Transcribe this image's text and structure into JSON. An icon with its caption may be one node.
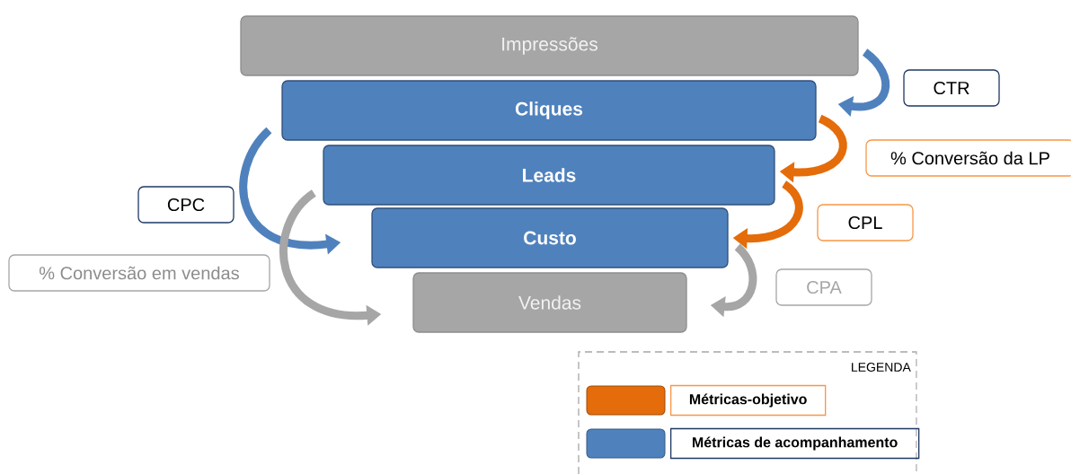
{
  "diagram": {
    "nodes": [
      {
        "text": [
          "Impressões"
        ]
      },
      {
        "text": [
          "Cliques"
        ]
      },
      {
        "text": [
          "Leads"
        ]
      },
      {
        "text": [
          "Custo"
        ]
      },
      {
        "text": [
          "Vendas"
        ]
      },
      {
        "text": [
          "CTR"
        ]
      },
      {
        "text": [
          "% Conversão da LP"
        ]
      },
      {
        "text": [
          "CPL"
        ]
      },
      {
        "text": [
          "CPA"
        ]
      },
      {
        "text": [
          "CPC"
        ]
      },
      {
        "text": [
          "% Conversão em vendas"
        ]
      }
    ],
    "edges": [
      {
        "from": 0,
        "to": 1,
        "arrow": "to",
        "color": "#4f81bd"
      },
      {
        "from": 1,
        "to": 2,
        "arrow": "to",
        "color": "#e46c0a"
      },
      {
        "from": 2,
        "to": 3,
        "arrow": "to",
        "color": "#e46c0a"
      },
      {
        "from": 3,
        "to": 4,
        "arrow": "to",
        "color": "#a6a6a6"
      },
      {
        "from": 1,
        "to": 3,
        "arrow": "to",
        "color": "#4f81bd"
      },
      {
        "from": 2,
        "to": 4,
        "arrow": "to",
        "color": "#a6a6a6"
      }
    ],
    "labels": [
      "LEGENDA"
    ],
    "legend": [
      {
        "text": "Métricas-objetivo",
        "color": "#e46c0a"
      },
      {
        "text": "Métricas de acompanhamento",
        "color": "#4f81bd"
      }
    ]
  }
}
